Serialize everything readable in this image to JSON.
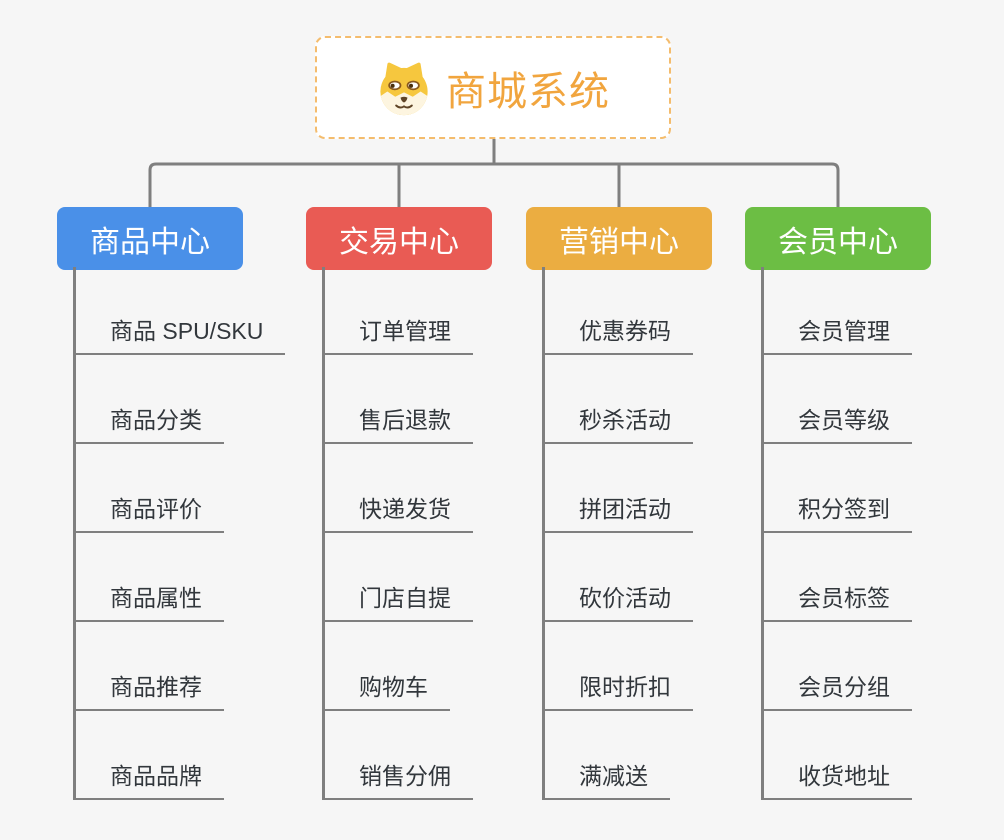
{
  "page": {
    "background_color": "#f6f6f6",
    "connector_color": "#7f7f7f",
    "child_text_color": "#32373c"
  },
  "root": {
    "label": "商城系统",
    "icon": "shiba-dog-icon",
    "text_color": "#f1a53e",
    "border_color": "#f4bc6d",
    "background": "#ffffff"
  },
  "branches": [
    {
      "label": "商品中心",
      "color": "#4a90e8",
      "children": [
        "商品 SPU/SKU",
        "商品分类",
        "商品评价",
        "商品属性",
        "商品推荐",
        "商品品牌"
      ]
    },
    {
      "label": "交易中心",
      "color": "#e95b54",
      "children": [
        "订单管理",
        "售后退款",
        "快递发货",
        "门店自提",
        "购物车",
        "销售分佣"
      ]
    },
    {
      "label": "营销中心",
      "color": "#ebad41",
      "children": [
        "优惠券码",
        "秒杀活动",
        "拼团活动",
        "砍价活动",
        "限时折扣",
        "满减送"
      ]
    },
    {
      "label": "会员中心",
      "color": "#6cbe44",
      "children": [
        "会员管理",
        "会员等级",
        "积分签到",
        "会员标签",
        "会员分组",
        "收货地址"
      ]
    }
  ]
}
